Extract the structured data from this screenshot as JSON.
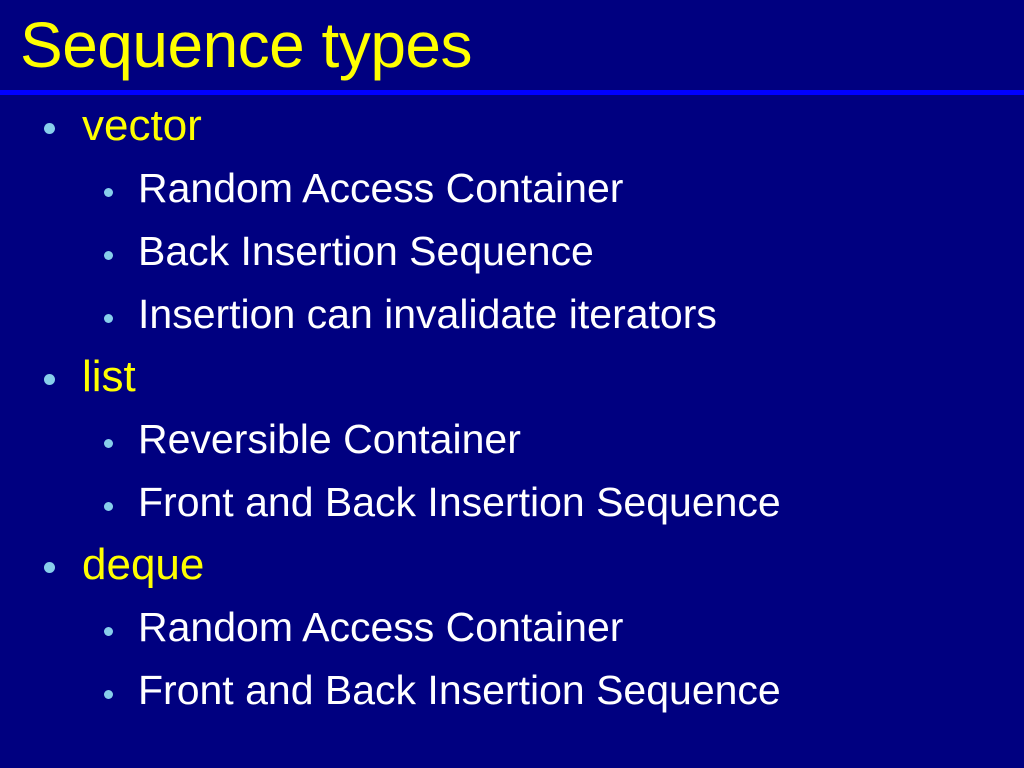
{
  "slide": {
    "title": "Sequence types",
    "colors": {
      "background": "#000080",
      "title_text": "#FFFF00",
      "rule": "#0000FF",
      "level1_text": "#FFFF00",
      "level2_text": "#FFFFFF",
      "bullet_marker": "#87CEEB"
    },
    "bullets": [
      {
        "level": 1,
        "text": "vector",
        "marker": "round-bullet-icon"
      },
      {
        "level": 2,
        "text": "Random Access Container",
        "marker": "round-bullet-icon"
      },
      {
        "level": 2,
        "text": "Back Insertion Sequence",
        "marker": "round-bullet-icon"
      },
      {
        "level": 2,
        "text": "Insertion can invalidate iterators",
        "marker": "round-bullet-icon"
      },
      {
        "level": 1,
        "text": "list",
        "marker": "round-bullet-icon"
      },
      {
        "level": 2,
        "text": "Reversible Container",
        "marker": "round-bullet-icon"
      },
      {
        "level": 2,
        "text": "Front and Back Insertion Sequence",
        "marker": "round-bullet-icon"
      },
      {
        "level": 1,
        "text": "deque",
        "marker": "round-bullet-icon"
      },
      {
        "level": 2,
        "text": "Random Access Container",
        "marker": "round-bullet-icon"
      },
      {
        "level": 2,
        "text": "Front and Back Insertion Sequence",
        "marker": "round-bullet-icon"
      }
    ]
  }
}
